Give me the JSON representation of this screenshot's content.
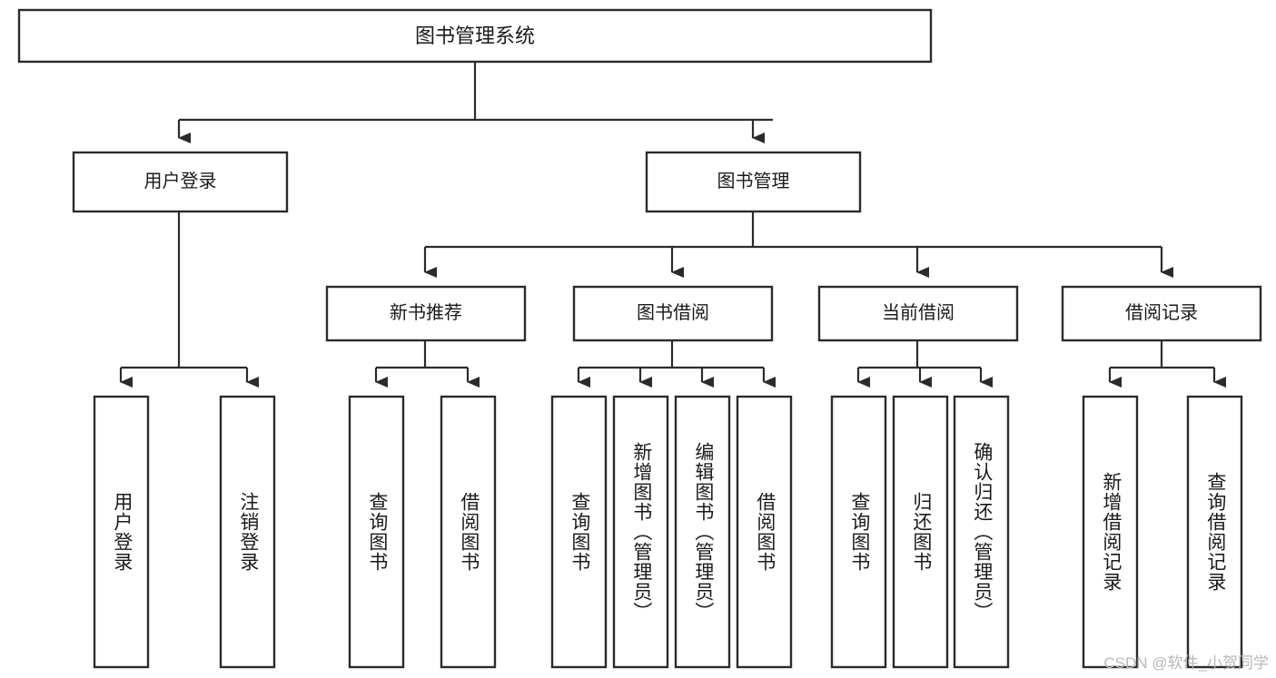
{
  "diagram": {
    "type": "tree-hierarchy",
    "title": "图书管理系统",
    "watermark": "CSDN @软件_小贺同学",
    "colors": {
      "box_stroke": "#2b2b2b",
      "box_fill": "#ffffff",
      "connector": "#2b2b2b",
      "text": "#1a1a1a",
      "watermark": "#b8b8b8",
      "background": "#ffffff"
    },
    "nodes": {
      "root": {
        "label": "图书管理系统"
      },
      "level2": [
        {
          "label": "用户登录"
        },
        {
          "label": "图书管理"
        }
      ],
      "level3": [
        {
          "label": "新书推荐"
        },
        {
          "label": "图书借阅"
        },
        {
          "label": "当前借阅"
        },
        {
          "label": "借阅记录"
        }
      ],
      "leaves": {
        "user_login": [
          {
            "label": "用户登录"
          },
          {
            "label": "注销登录"
          }
        ],
        "new_book_recommend": [
          {
            "label": "查询图书"
          },
          {
            "label": "借阅图书"
          }
        ],
        "book_borrow": [
          {
            "label": "查询图书"
          },
          {
            "label": "新增图书（管理员）"
          },
          {
            "label": "编辑图书（管理员）"
          },
          {
            "label": "借阅图书"
          }
        ],
        "current_borrow": [
          {
            "label": "查询图书"
          },
          {
            "label": "归还图书"
          },
          {
            "label": "确认归还（管理员）"
          }
        ],
        "borrow_record": [
          {
            "label": "新增借阅记录"
          },
          {
            "label": "查询借阅记录"
          }
        ]
      }
    }
  }
}
